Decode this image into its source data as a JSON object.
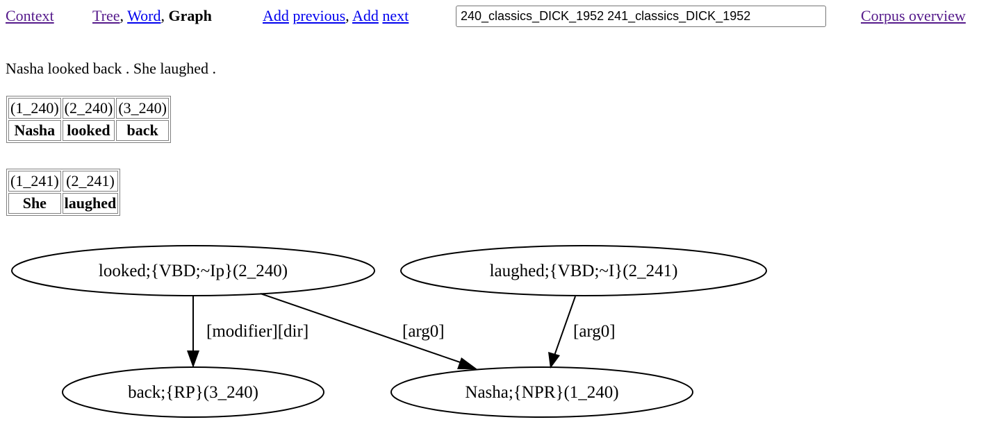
{
  "nav": {
    "context": "Context",
    "tree": "Tree",
    "word": "Word",
    "graph": "Graph",
    "add_label": "Add",
    "previous": "previous",
    "add_label_2": "Add",
    "next": "next",
    "corpus_overview": "Corpus overview",
    "sentence_ids_value": "240_classics_DICK_1952 241_classics_DICK_1952"
  },
  "sentence_text": "Nasha looked back . She laughed .",
  "token_tables": [
    {
      "ids": [
        "(1_240)",
        "(2_240)",
        "(3_240)"
      ],
      "words": [
        "Nasha",
        "looked",
        "back"
      ]
    },
    {
      "ids": [
        "(1_241)",
        "(2_241)"
      ],
      "words": [
        "She",
        "laughed"
      ]
    }
  ],
  "graph": {
    "nodes": {
      "looked": "looked;{VBD;~Ip}(2_240)",
      "laughed": "laughed;{VBD;~I}(2_241)",
      "back": "back;{RP}(3_240)",
      "nasha": "Nasha;{NPR}(1_240)"
    },
    "edges": {
      "looked_back": "[modifier][dir]",
      "looked_nasha": "[arg0]",
      "laughed_nasha": "[arg0]"
    }
  }
}
